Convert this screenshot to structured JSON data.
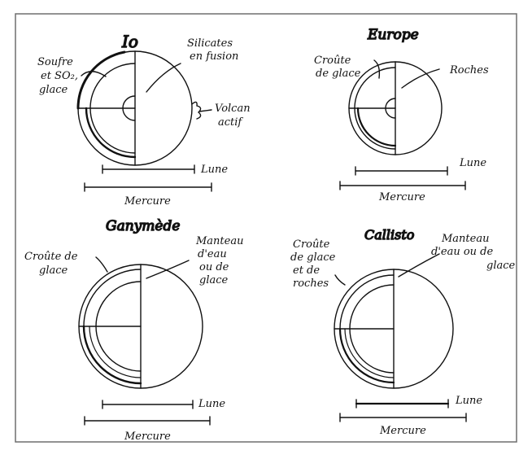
{
  "colors": {
    "ink": "#111111",
    "paper": "#ffffff",
    "frame": "#6e6e6e"
  },
  "panels": [
    {
      "moon": "Io",
      "labels": [
        "Soufre",
        "et SO₂,",
        "glace",
        "Silicates",
        "en fusion",
        "Volcan",
        "actif"
      ],
      "scale_short": "Lune",
      "scale_long": "Mercure"
    },
    {
      "moon": "Europe",
      "labels": [
        "Croûte",
        "de glace",
        "Roches"
      ],
      "scale_short": "Lune",
      "scale_long": "Mercure"
    },
    {
      "moon": "Ganymède",
      "labels": [
        "Croûte de",
        "glace",
        "Manteau",
        "d'eau",
        "ou de",
        "glace"
      ],
      "scale_short": "Lune",
      "scale_long": "Mercure"
    },
    {
      "moon": "Callisto",
      "labels": [
        "Croûte",
        "de glace",
        "et de",
        "roches",
        "Manteau",
        "d'eau ou de",
        "glace"
      ],
      "scale_short": "Lune",
      "scale_long": "Mercure"
    }
  ]
}
